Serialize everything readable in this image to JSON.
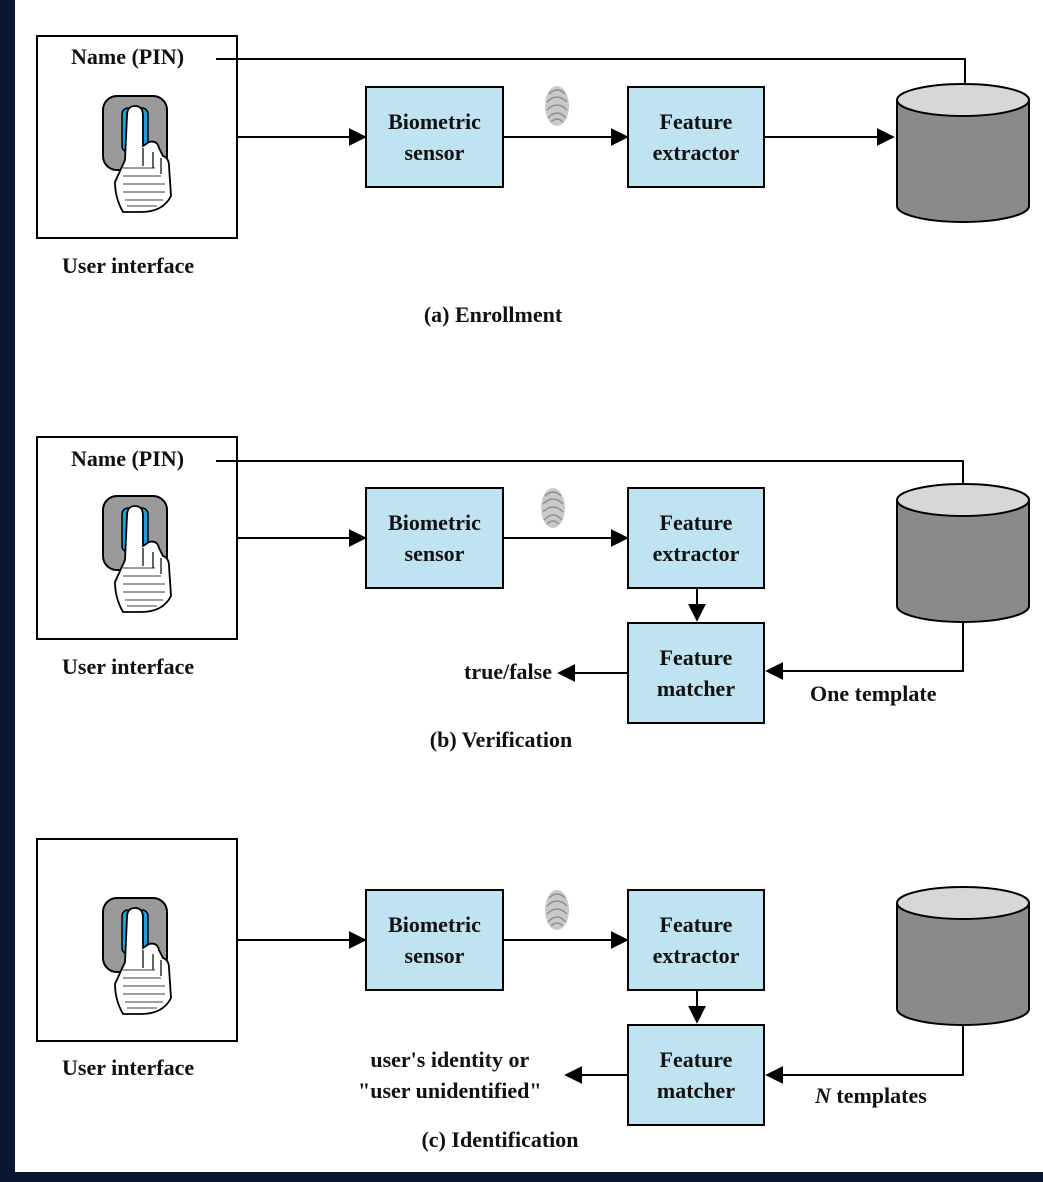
{
  "colors": {
    "frame": "#0b1630",
    "box_fill": "#bfe3f0",
    "db_body": "#8a8a8a",
    "db_top": "#d7d7d7",
    "sensor_blue": "#1ea0dc"
  },
  "icons": [
    "finger-on-sensor-icon",
    "fingerprint-icon",
    "database-icon"
  ],
  "panel_a": {
    "name_pin": "Name (PIN)",
    "user_interface": "User interface",
    "sensor": "Biometric\nsensor",
    "extractor": "Feature\nextractor",
    "caption": "(a) Enrollment"
  },
  "panel_b": {
    "name_pin": "Name (PIN)",
    "user_interface": "User interface",
    "sensor": "Biometric\nsensor",
    "extractor": "Feature\nextractor",
    "matcher": "Feature\nmatcher",
    "output": "true/false",
    "template": "One template",
    "caption": "(b) Verification"
  },
  "panel_c": {
    "user_interface": "User interface",
    "sensor": "Biometric\nsensor",
    "extractor": "Feature\nextractor",
    "matcher": "Feature\nmatcher",
    "output": "user's identity or\n\"user unidentified\"",
    "template_n": "N",
    "template_rest": " templates",
    "caption": "(c) Identification"
  }
}
